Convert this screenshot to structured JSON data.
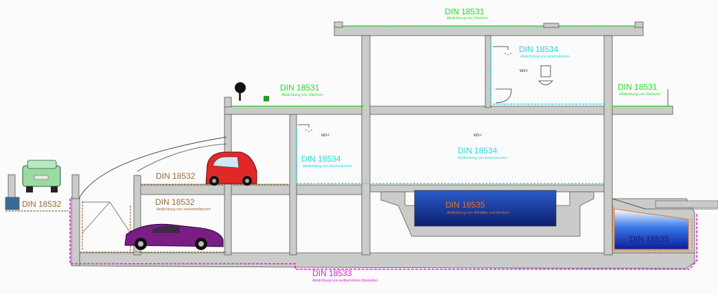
{
  "labels": {
    "roof_top": {
      "title": "DIN 18531",
      "subtitle": "Abdichtung von Dächern"
    },
    "roof_left": {
      "title": "DIN 18531",
      "subtitle": "Abdichtung von Dächern"
    },
    "roof_right": {
      "title": "DIN 18531",
      "subtitle": "Abdichtung von Dächern"
    },
    "interior_top": {
      "title": "DIN 18534",
      "subtitle": "Abdichtung von Innenräumen"
    },
    "interior_left": {
      "title": "DIN 18534",
      "subtitle": "Abdichtung von Innenräumen"
    },
    "interior_center": {
      "title": "DIN 18534",
      "subtitle": "Abdichtung von Innenräumen"
    },
    "traffic_upper": {
      "title": "DIN 18532"
    },
    "traffic_lower": {
      "title": "DIN 18532",
      "subtitle": "Abdichtung von Verkehrsflächen"
    },
    "traffic_street": {
      "title": "DIN 18532"
    },
    "tank_pool": {
      "title": "DIN 18535",
      "subtitle": "Abdichtung von Behälter und Becken"
    },
    "tank_right": {
      "title": "DIN 18535"
    },
    "soil": {
      "title": "DIN 18533",
      "subtitle": "Abdichtung von erdberührten Bauteilen"
    },
    "wc_top": "W3-I",
    "wc_left": "W3-I",
    "wc_center": "W3-I"
  },
  "colors": {
    "roof": "#22dd22",
    "interior": "#22d8e0",
    "traffic": "#9a6a3a",
    "soil": "#e020d8",
    "tank": "#e8722a",
    "concrete": "#c8ccc8",
    "pool_water": "#1e4aa8"
  }
}
